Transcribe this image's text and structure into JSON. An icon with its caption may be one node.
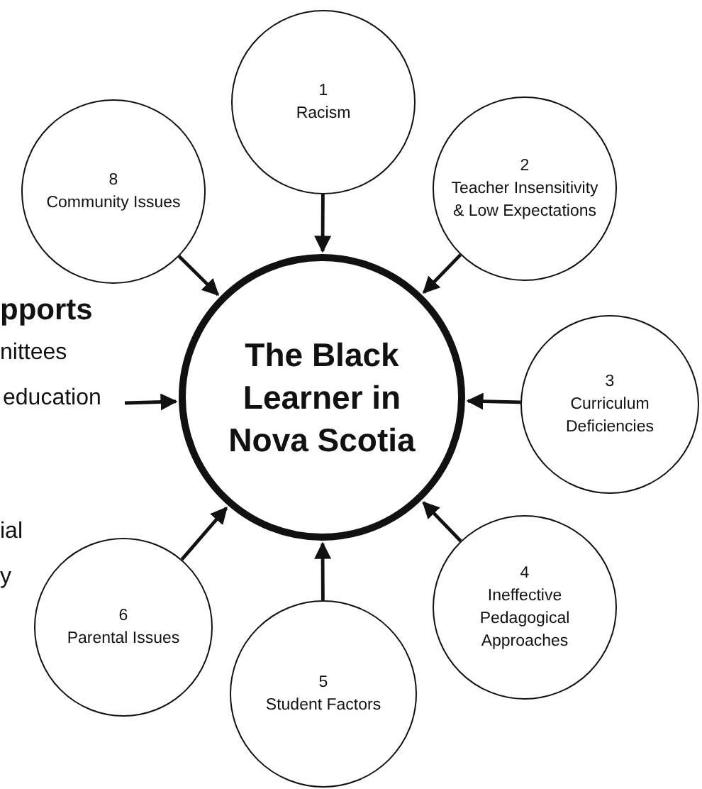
{
  "diagram": {
    "nodes": [
      {
        "text": [
          "1",
          "Racism"
        ]
      },
      {
        "text": [
          "2",
          "Teacher Insensitivity & Low Expectations"
        ]
      },
      {
        "text": [
          "3",
          "Curriculum Deficiencies"
        ]
      },
      {
        "text": [
          "4",
          "Ineffective Pedagogical Approaches"
        ]
      },
      {
        "text": [
          "5",
          "Student Factors"
        ]
      },
      {
        "text": [
          "6",
          "Parental Issues"
        ]
      },
      {
        "text": [
          "8",
          "Community Issues"
        ]
      },
      {
        "text": [
          "The Black Learner in Nova Scotia"
        ]
      },
      {
        "text": [
          "education"
        ]
      }
    ],
    "edges": [
      {
        "from": 0,
        "to": 7,
        "arrow": "to"
      },
      {
        "from": 1,
        "to": 7,
        "arrow": "to"
      },
      {
        "from": 2,
        "to": 7,
        "arrow": "to"
      },
      {
        "from": 3,
        "to": 7,
        "arrow": "to"
      },
      {
        "from": 4,
        "to": 7,
        "arrow": "to"
      },
      {
        "from": 5,
        "to": 7,
        "arrow": "to"
      },
      {
        "from": 6,
        "to": 7,
        "arrow": "to"
      },
      {
        "from": 8,
        "to": 7,
        "arrow": "to"
      }
    ],
    "labels": [
      "pports",
      "nittees",
      "ial",
      "y"
    ]
  }
}
